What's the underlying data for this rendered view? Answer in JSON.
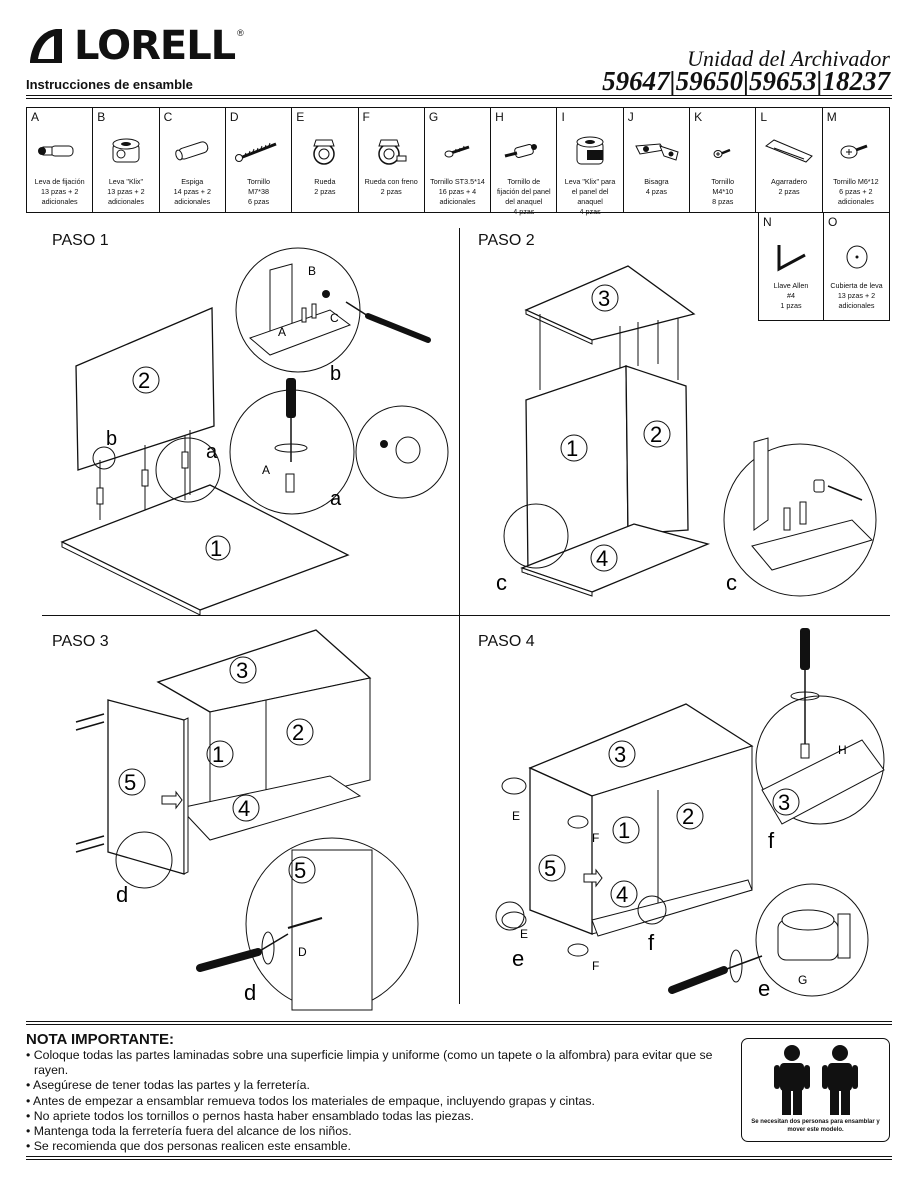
{
  "header": {
    "brand": "LORELL",
    "registered": "®",
    "subtitle": "Instrucciones de ensamble",
    "title": "Unidad del Archivador",
    "models": "59647|59650|59653|18237"
  },
  "parts": [
    {
      "letter": "A",
      "icon": "cam-bolt-icon",
      "desc": "Leva de fijación\n13 pzas + 2\nadicionales"
    },
    {
      "letter": "B",
      "icon": "klix-cam-icon",
      "desc": "Leva \"Klix\"\n13 pzas + 2\nadicionales"
    },
    {
      "letter": "C",
      "icon": "dowel-icon",
      "desc": "Espiga\n14 pzas + 2\nadicionales"
    },
    {
      "letter": "D",
      "icon": "long-screw-icon",
      "desc": "Tornillo\nM7*38\n6 pzas"
    },
    {
      "letter": "E",
      "icon": "caster-icon",
      "desc": "Rueda\n2 pzas"
    },
    {
      "letter": "F",
      "icon": "locking-caster-icon",
      "desc": "Rueda con freno\n2 pzas"
    },
    {
      "letter": "G",
      "icon": "short-screw-icon",
      "desc": "Tornillo ST3.5*14\n16 pzas + 4\nadicionales"
    },
    {
      "letter": "H",
      "icon": "shelf-bolt-icon",
      "desc": "Tornillo de\nfijación del panel\ndel anaquel\n4 pzas"
    },
    {
      "letter": "I",
      "icon": "shelf-klix-cam-icon",
      "desc": "Leva \"Klix\" para\nel panel del\nanaquel\n4 pzas"
    },
    {
      "letter": "J",
      "icon": "hinge-icon",
      "desc": "Bisagra\n4 pzas"
    },
    {
      "letter": "K",
      "icon": "small-screw-icon",
      "desc": "Tornillo\nM4*10\n8 pzas"
    },
    {
      "letter": "L",
      "icon": "handle-icon",
      "desc": "Agarradero\n2 pzas"
    },
    {
      "letter": "M",
      "icon": "flat-screw-icon",
      "desc": "Tornillo M6*12\n6 pzas + 2\nadicionales"
    }
  ],
  "extra_parts": [
    {
      "letter": "N",
      "icon": "allen-key-icon",
      "desc": "Llave Allen\n#4\n1 pzas"
    },
    {
      "letter": "O",
      "icon": "cam-cover-icon",
      "desc": "Cubierta de leva\n13 pzas + 2\nadicionales"
    }
  ],
  "steps": [
    {
      "title": "PASO 1",
      "labels": {
        "panel_top": "2",
        "panel_bottom": "1",
        "b": "b",
        "a": "a",
        "A": "A",
        "B": "B",
        "C": "C"
      }
    },
    {
      "title": "PASO 2",
      "labels": {
        "p3": "3",
        "p1": "1",
        "p2": "2",
        "p4": "4",
        "c": "c"
      }
    },
    {
      "title": "PASO 3",
      "labels": {
        "p3": "3",
        "p1": "1",
        "p2": "2",
        "p4": "4",
        "p5": "5",
        "d": "d",
        "D": "D"
      }
    },
    {
      "title": "PASO 4",
      "labels": {
        "p3": "3",
        "p1": "1",
        "p2": "2",
        "p4": "4",
        "p5": "5",
        "e": "e",
        "f": "f",
        "E": "E",
        "F": "F",
        "G": "G",
        "H": "H"
      }
    }
  ],
  "notes": {
    "title": "NOTA IMPORTANTE:",
    "items": [
      "Coloque todas las partes laminadas sobre una superficie limpia y uniforme (como un tapete o la alfombra) para evitar que se rayen.",
      "Asegúrese de tener todas las partes y la ferretería.",
      "Antes de empezar a ensamblar remueva todos los materiales de empaque, incluyendo grapas y cintas.",
      "No apriete todos los tornillos o pernos hasta haber ensamblado todas las piezas.",
      "Mantenga toda la ferretería fuera del alcance de los niños.",
      "Se recomienda que dos personas realicen este ensamble."
    ],
    "people_caption": "Se necesitan dos personas para ensamblar y mover este modelo."
  }
}
